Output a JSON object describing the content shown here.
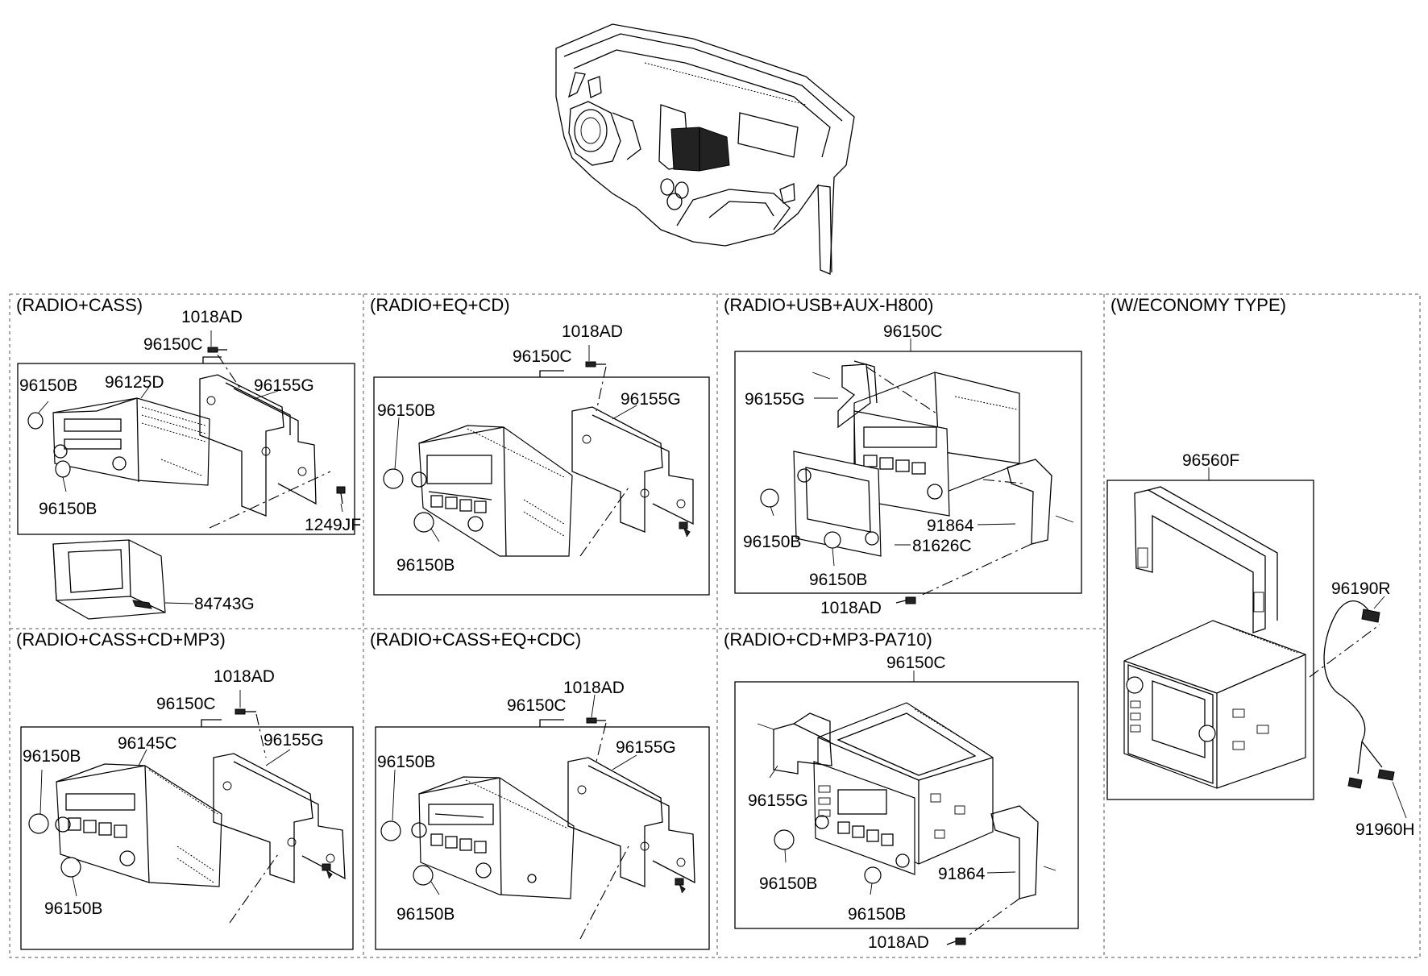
{
  "sections": [
    {
      "id": "radio-cass",
      "title": "(RADIO+CASS)",
      "labels": [
        "1018AD",
        "96150C",
        "96150B",
        "96125D",
        "96155G",
        "96150B",
        "1249JF",
        "84743G"
      ]
    },
    {
      "id": "radio-eq-cd",
      "title": "(RADIO+EQ+CD)",
      "labels": [
        "1018AD",
        "96150C",
        "96150B",
        "96155G",
        "96150B"
      ]
    },
    {
      "id": "radio-usb-aux",
      "title": "(RADIO+USB+AUX-H800)",
      "labels": [
        "96150C",
        "96155G",
        "96150B",
        "91864",
        "96150B",
        "81626C",
        "1018AD"
      ]
    },
    {
      "id": "economy",
      "title": "(W/ECONOMY TYPE)",
      "labels": [
        "96560F",
        "96190R",
        "91960H"
      ]
    },
    {
      "id": "radio-cass-cd-mp3",
      "title": "(RADIO+CASS+CD+MP3)",
      "labels": [
        "1018AD",
        "96150C",
        "96150B",
        "96145C",
        "96155G",
        "96150B"
      ]
    },
    {
      "id": "radio-cass-eq-cdc",
      "title": "(RADIO+CASS+EQ+CDC)",
      "labels": [
        "1018AD",
        "96150C",
        "96150B",
        "96155G",
        "96150B"
      ]
    },
    {
      "id": "radio-cd-mp3-pa710",
      "title": "(RADIO+CD+MP3-PA710)",
      "labels": [
        "96150C",
        "96155G",
        "96150B",
        "91864",
        "96150B",
        "1018AD"
      ]
    }
  ]
}
